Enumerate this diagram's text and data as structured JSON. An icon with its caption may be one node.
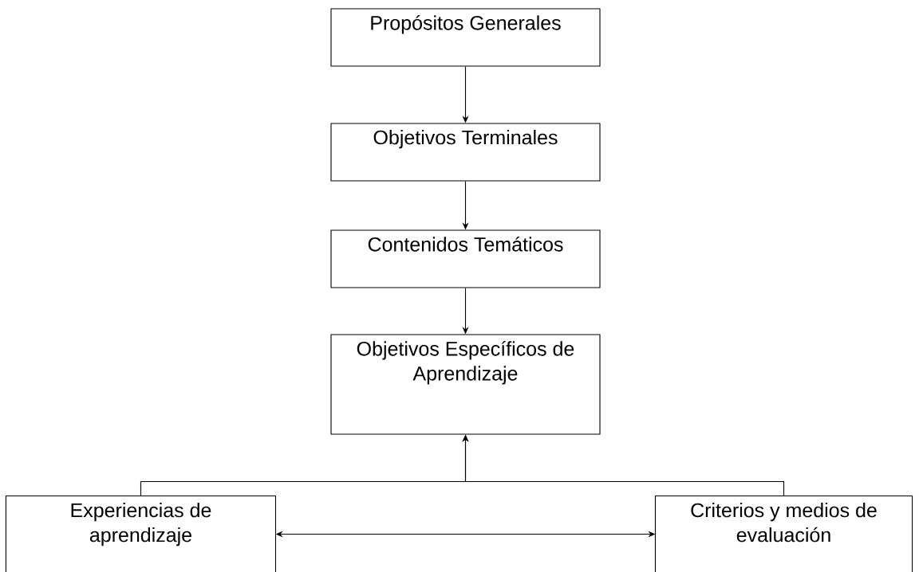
{
  "diagram": {
    "nodes": [
      {
        "text": [
          "Propósitos Generales"
        ]
      },
      {
        "text": [
          "Objetivos Terminales"
        ]
      },
      {
        "text": [
          "Contenidos Temáticos"
        ]
      },
      {
        "text": [
          "Objetivos Específicos de Aprendizaje"
        ]
      },
      {
        "text": [
          "Experiencias de aprendizaje"
        ]
      },
      {
        "text": [
          "Criterios y medios de evaluación"
        ]
      }
    ],
    "edges": [
      {
        "from": 0,
        "to": 1,
        "arrow": "to"
      },
      {
        "from": 1,
        "to": 2,
        "arrow": "to"
      },
      {
        "from": 2,
        "to": 3,
        "arrow": "to"
      },
      {
        "from": 4,
        "to": 3,
        "arrow": "to"
      },
      {
        "from": 5,
        "to": 3,
        "arrow": "to"
      },
      {
        "from": 4,
        "to": 5,
        "arrow": "both"
      }
    ]
  }
}
